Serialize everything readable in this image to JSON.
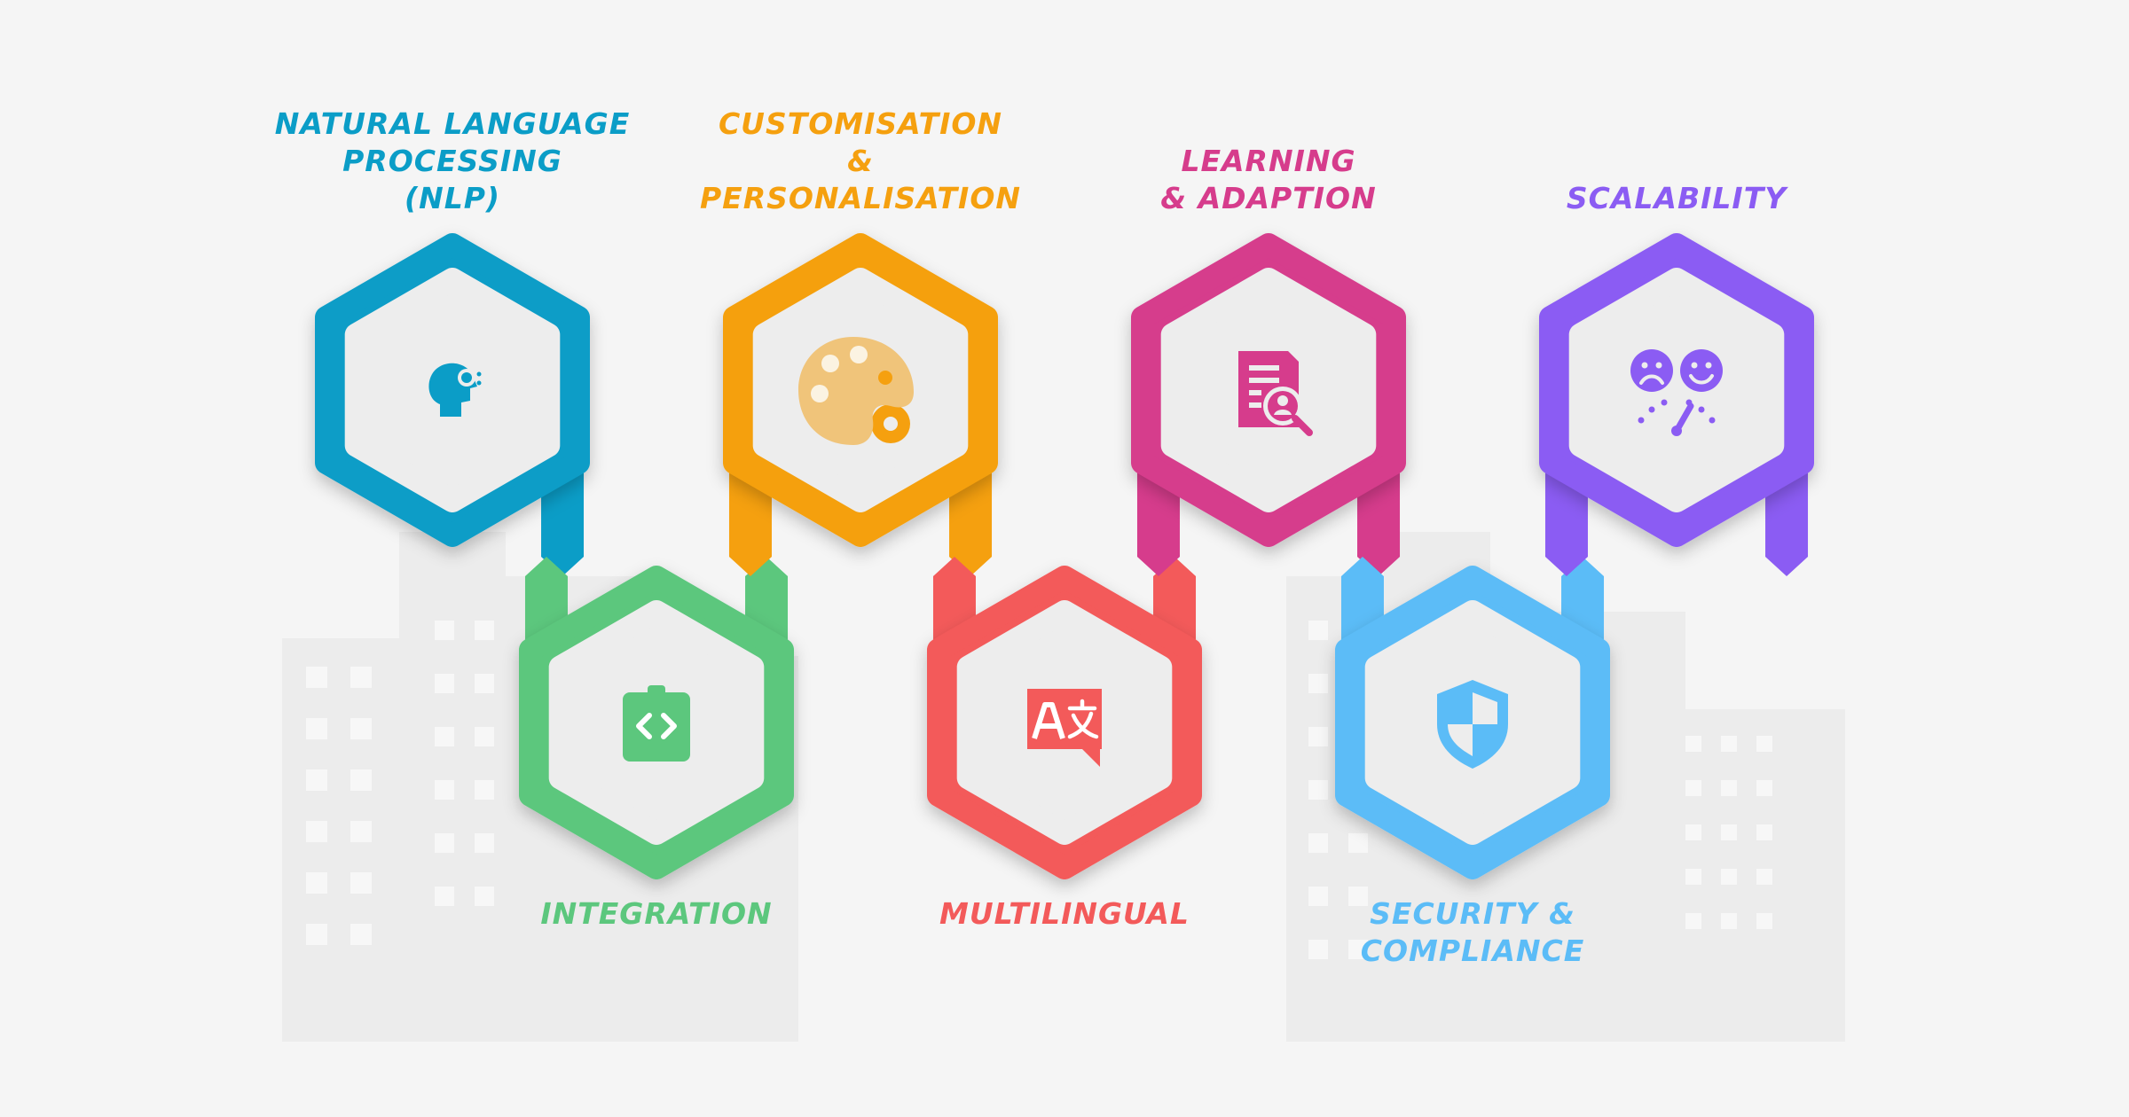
{
  "diagram": {
    "steps": [
      {
        "label": "NATURAL LANGUAGE\nPROCESSING\n(NLP)",
        "color": "#0b9dc7",
        "icon": "head-gear-icon",
        "row": "top"
      },
      {
        "label": "INTEGRATION",
        "color": "#5cc77d",
        "icon": "code-clipboard-icon",
        "row": "bottom"
      },
      {
        "label": "CUSTOMISATION\n&\nPERSONALISATION",
        "color": "#f5a00f",
        "icon": "palette-gear-icon",
        "row": "top"
      },
      {
        "label": "MULTILINGUAL",
        "color": "#f35a5a",
        "icon": "translate-icon",
        "row": "bottom"
      },
      {
        "label": "LEARNING\n& ADAPTION",
        "color": "#d63c8c",
        "icon": "document-search-icon",
        "row": "top"
      },
      {
        "label": "SECURITY &\nCOMPLIANCE",
        "color": "#5bbcf7",
        "icon": "shield-icon",
        "row": "bottom"
      },
      {
        "label": "SCALABILITY",
        "color": "#8b5cf3",
        "icon": "feedback-meter-icon",
        "row": "top"
      }
    ]
  }
}
